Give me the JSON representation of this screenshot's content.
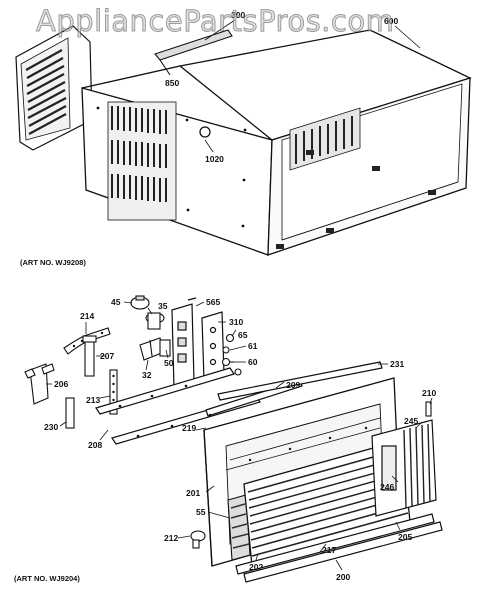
{
  "watermark": "AppliancePartsPros.com",
  "art_numbers": {
    "upper": "(ART NO. WJ9208)",
    "lower": "(ART NO. WJ9204)"
  },
  "upper_parts": {
    "p300": "300",
    "p600": "600",
    "p850": "850",
    "p1020": "1020"
  },
  "lower_parts": {
    "p214": "214",
    "p45": "45",
    "p35": "35",
    "p565": "565",
    "p310": "310",
    "p65": "65",
    "p61": "61",
    "p60": "60",
    "p207": "207",
    "p206": "206",
    "p32": "32",
    "p50": "50",
    "p231": "231",
    "p209": "209",
    "p213": "213",
    "p210": "210",
    "p230": "230",
    "p208": "208",
    "p219": "219",
    "p245": "245",
    "p201": "201",
    "p246": "246",
    "p55": "55",
    "p205": "205",
    "p212": "212",
    "p217": "217",
    "p202": "202",
    "p200": "200"
  }
}
